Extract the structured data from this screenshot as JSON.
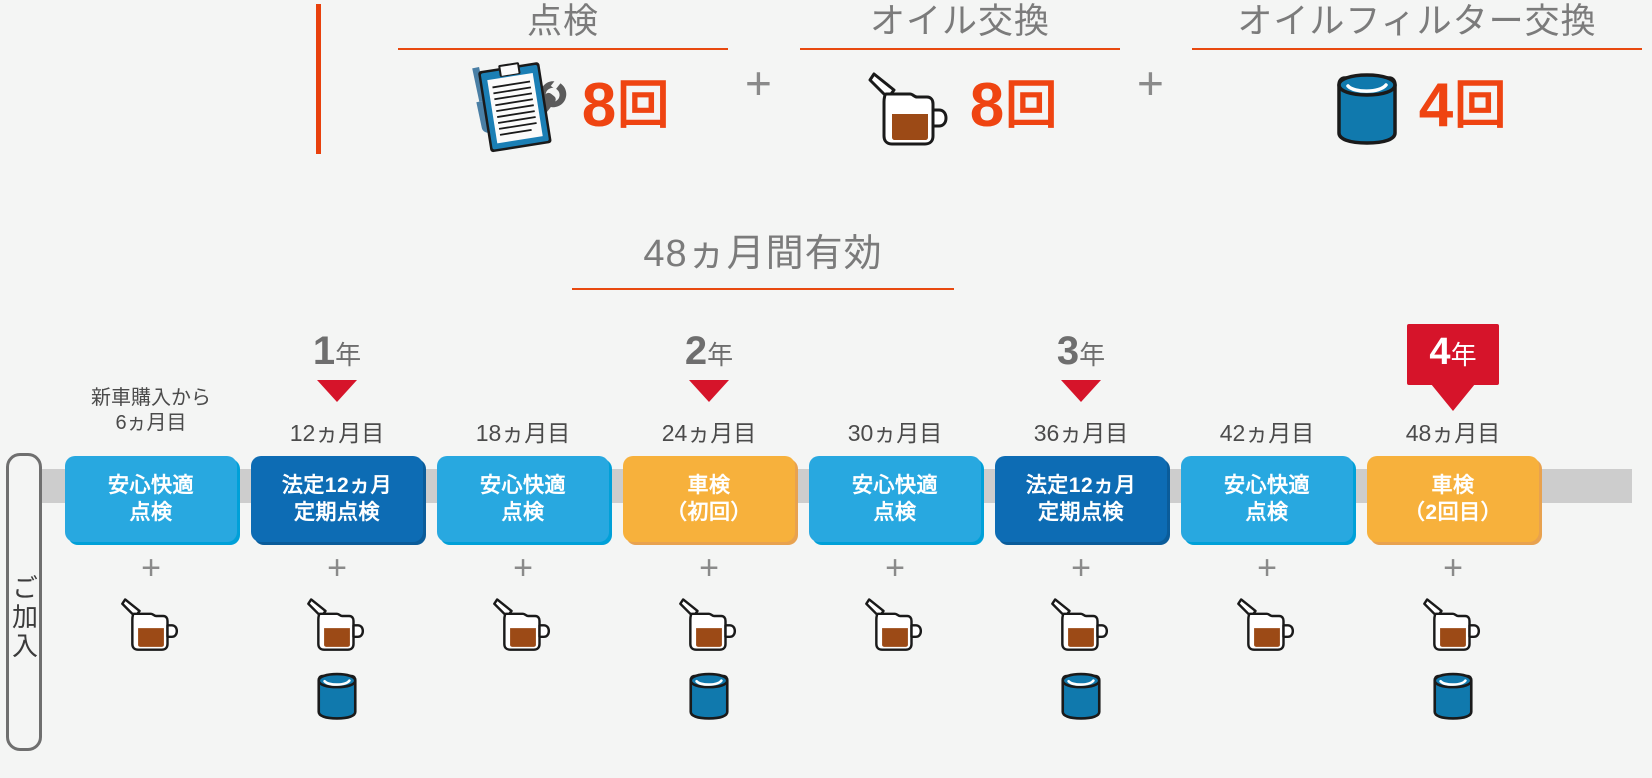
{
  "summary": {
    "groups": [
      {
        "title": "点検",
        "count": "8",
        "unit": "回",
        "icon": "clipboard-wrench-icon"
      },
      {
        "title": "オイル交換",
        "count": "8",
        "unit": "回",
        "icon": "oil-can-icon"
      },
      {
        "title": "オイルフィルター交換",
        "count": "4",
        "unit": "回",
        "icon": "oil-filter-icon"
      }
    ],
    "separators": [
      "+",
      "+"
    ]
  },
  "banner": {
    "text": "48ヵ月間有効"
  },
  "enrollment": {
    "label": "ご加入"
  },
  "timeline": {
    "columns": [
      {
        "pre_label_line1": "新車購入から",
        "pre_label_line2": "6ヵ月目",
        "year": "",
        "year_suffix": "",
        "month": "",
        "card_line1": "安心快適",
        "card_line2": "点検",
        "card_style": "light",
        "plus": "+",
        "icons": [
          "oil-can-icon"
        ]
      },
      {
        "year": "1",
        "year_suffix": "年",
        "month": "12ヵ月目",
        "card_line1": "法定12ヵ月",
        "card_line2": "定期点検",
        "card_style": "dark",
        "plus": "+",
        "icons": [
          "oil-can-icon",
          "oil-filter-icon"
        ]
      },
      {
        "year": "",
        "year_suffix": "",
        "month": "18ヵ月目",
        "card_line1": "安心快適",
        "card_line2": "点検",
        "card_style": "light",
        "plus": "+",
        "icons": [
          "oil-can-icon"
        ]
      },
      {
        "year": "2",
        "year_suffix": "年",
        "month": "24ヵ月目",
        "card_line1": "車検",
        "card_line2": "（初回）",
        "card_style": "amber",
        "plus": "+",
        "icons": [
          "oil-can-icon",
          "oil-filter-icon"
        ]
      },
      {
        "year": "",
        "year_suffix": "",
        "month": "30ヵ月目",
        "card_line1": "安心快適",
        "card_line2": "点検",
        "card_style": "light",
        "plus": "+",
        "icons": [
          "oil-can-icon"
        ]
      },
      {
        "year": "3",
        "year_suffix": "年",
        "month": "36ヵ月目",
        "card_line1": "法定12ヵ月",
        "card_line2": "定期点検",
        "card_style": "dark",
        "plus": "+",
        "icons": [
          "oil-can-icon",
          "oil-filter-icon"
        ]
      },
      {
        "year": "",
        "year_suffix": "",
        "month": "42ヵ月目",
        "card_line1": "安心快適",
        "card_line2": "点検",
        "card_style": "light",
        "plus": "+",
        "icons": [
          "oil-can-icon"
        ]
      },
      {
        "year": "4",
        "year_suffix": "年",
        "year_highlight": true,
        "month": "48ヵ月目",
        "card_line1": "車検",
        "card_line2": "（2回目）",
        "card_style": "amber",
        "plus": "+",
        "icons": [
          "oil-can-icon",
          "oil-filter-icon"
        ]
      }
    ]
  },
  "colors": {
    "accent_orange": "#ef4411",
    "rule_orange": "#e8490f",
    "card_light_blue": "#28a8e0",
    "card_dark_blue": "#0d6cb4",
    "card_amber": "#f7b13c",
    "year_red": "#d6142a",
    "rail_gray": "#cdcdcd",
    "text_gray": "#7b7b7b",
    "background": "#f4f5f4",
    "filter_blue": "#1079ad",
    "oil_brown": "#9c4a16"
  }
}
